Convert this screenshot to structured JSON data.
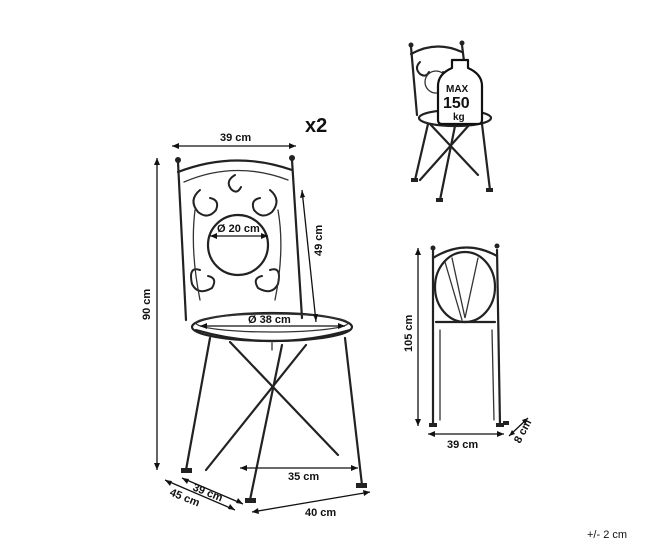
{
  "quantity": "x2",
  "tolerance": "+/- 2 cm",
  "main_view": {
    "width_top": "39 cm",
    "height_total": "90 cm",
    "backrest_height": "49 cm",
    "backrest_circle": "Ø 20 cm",
    "seat_diameter": "Ø 38 cm",
    "front_leg_span": "35 cm",
    "depth_side": "39 cm",
    "depth_base": "45 cm",
    "base_width": "40 cm"
  },
  "load_view": {
    "max_label": "MAX",
    "max_value": "150",
    "max_unit": "kg"
  },
  "folded_view": {
    "height": "105 cm",
    "width": "39 cm",
    "depth": "8 cm"
  }
}
